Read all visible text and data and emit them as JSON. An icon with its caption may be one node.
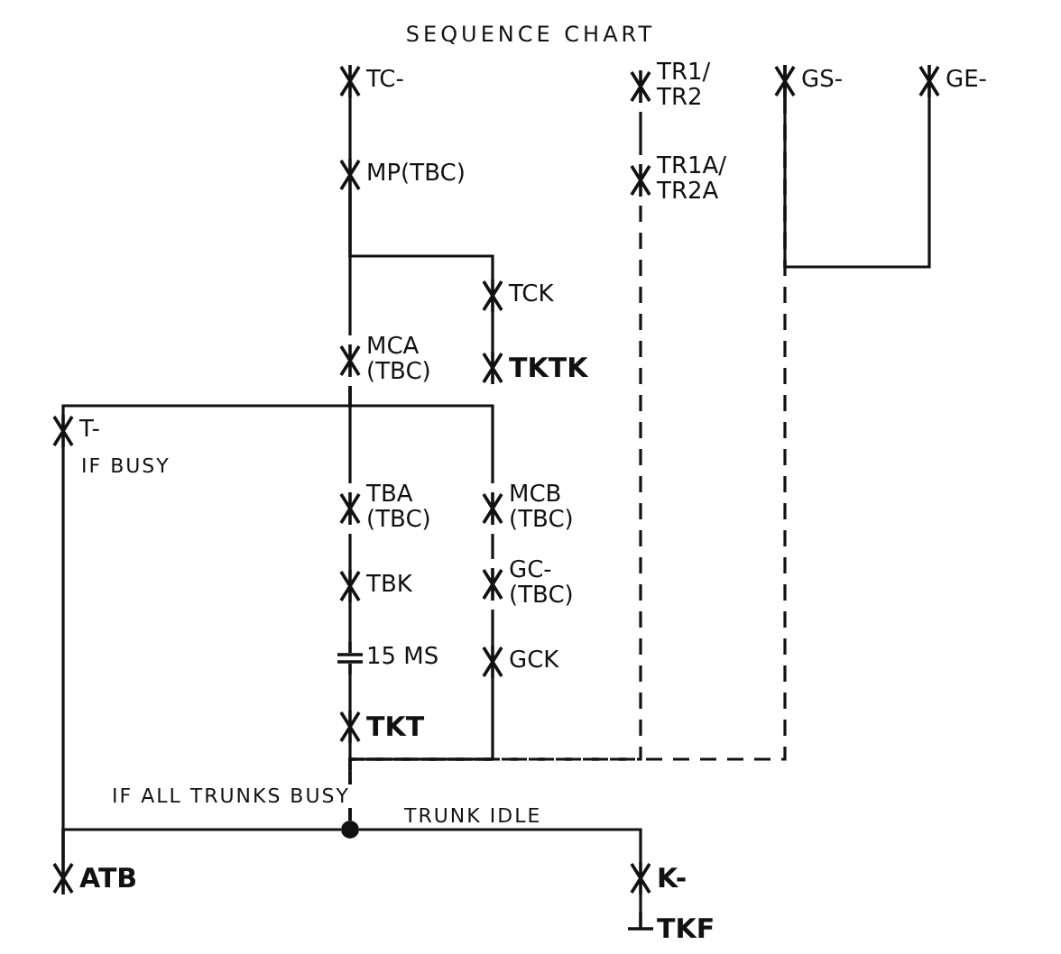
{
  "diagram": {
    "title": "SEQUENCE CHART",
    "nodes": [
      {
        "text": [
          "TC-"
        ]
      },
      {
        "text": [
          "TR1/ TR2"
        ]
      },
      {
        "text": [
          "GS-"
        ]
      },
      {
        "text": [
          "GE-"
        ]
      },
      {
        "text": [
          "MP(TBC)"
        ]
      },
      {
        "text": [
          "TR1A/ TR2A"
        ]
      },
      {
        "text": [
          "TCK"
        ]
      },
      {
        "text": [
          "MCA (TBC)"
        ]
      },
      {
        "text": [
          "TKTK"
        ]
      },
      {
        "text": [
          "T-"
        ],
        "beside": [
          "IF BUSY"
        ]
      },
      {
        "text": [
          "TBA (TBC)"
        ]
      },
      {
        "text": [
          "MCB (TBC)"
        ]
      },
      {
        "text": [
          "TBK"
        ]
      },
      {
        "text": [
          "GC- (TBC)"
        ]
      },
      {
        "text": [
          "15 MS"
        ]
      },
      {
        "text": [
          "GCK"
        ]
      },
      {
        "text": [
          "TKT"
        ]
      },
      {
        "text": [],
        "shape": "circle"
      },
      {
        "text": [
          "ATB"
        ]
      },
      {
        "text": [
          "K-"
        ]
      },
      {
        "text": [
          "TKF"
        ]
      }
    ],
    "edges": [
      {
        "from": 0,
        "to": 4,
        "arrow": "none"
      },
      {
        "from": 4,
        "to": 7,
        "arrow": "none"
      },
      {
        "from": 4,
        "to": 6,
        "arrow": "none"
      },
      {
        "from": 6,
        "to": 8,
        "arrow": "none"
      },
      {
        "from": 7,
        "to": 10,
        "arrow": "none"
      },
      {
        "from": 7,
        "to": 9,
        "arrow": "none"
      },
      {
        "from": 7,
        "to": 11,
        "arrow": "none"
      },
      {
        "from": 10,
        "to": 12,
        "arrow": "none"
      },
      {
        "from": 12,
        "to": 14,
        "arrow": "none"
      },
      {
        "from": 14,
        "to": 16,
        "arrow": "none"
      },
      {
        "from": 16,
        "to": 17,
        "arrow": "none"
      },
      {
        "from": 11,
        "to": 13,
        "arrow": "none"
      },
      {
        "from": 13,
        "to": 15,
        "arrow": "none"
      },
      {
        "from": 15,
        "to": 17,
        "arrow": "none"
      },
      {
        "from": 1,
        "to": 5,
        "arrow": "none"
      },
      {
        "from": 5,
        "to": 17,
        "arrow": "none",
        "style": "dashed"
      },
      {
        "from": 3,
        "to": 2,
        "arrow": "none"
      },
      {
        "from": 2,
        "to": 17,
        "arrow": "none",
        "style": "dashed"
      },
      {
        "from": 9,
        "to": 18,
        "arrow": "none"
      },
      {
        "from": 17,
        "to": 18,
        "arrow": "none",
        "label": "IF ALL TRUNKS BUSY"
      },
      {
        "from": 17,
        "to": 19,
        "arrow": "none",
        "label": "TRUNK IDLE"
      },
      {
        "from": 19,
        "to": 20,
        "arrow": "none"
      }
    ]
  }
}
